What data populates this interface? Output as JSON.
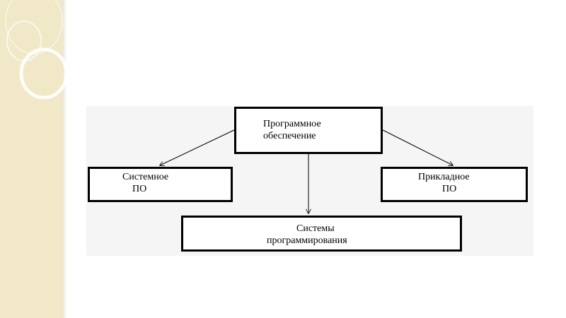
{
  "diagram": {
    "root": {
      "line1": "Программное",
      "line2": "обеспечение"
    },
    "left": {
      "line1": "Системное",
      "line2": "ПО"
    },
    "right": {
      "line1": "Прикладное",
      "line2": "ПО"
    },
    "bottom": {
      "line1": "Системы",
      "line2": "программирования"
    }
  },
  "colors": {
    "sidebar": "#f0e8c6",
    "diagram_background": "#f5f5f5",
    "stroke": "#000000"
  }
}
